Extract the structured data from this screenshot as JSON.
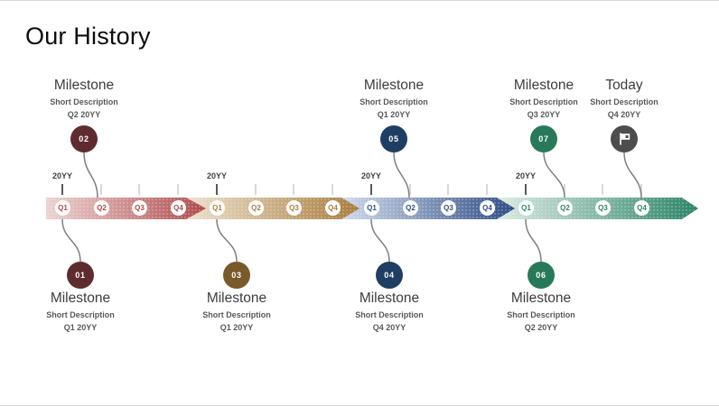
{
  "title": "Our History",
  "colors": {
    "connector": "#7f7f7f",
    "tick_dark": "#595959",
    "tick_light": "#d9d9d9",
    "year_label_text": "#404040",
    "today_circle": "#4d4d4d",
    "year_themes": [
      {
        "name": "year-1-red",
        "light": "#ecd3d0",
        "dark": "#b04a4c",
        "circle": "#5e2c2e"
      },
      {
        "name": "year-2-tan",
        "light": "#ede1ce",
        "dark": "#a87c3c",
        "circle": "#7a592a"
      },
      {
        "name": "year-3-blue",
        "light": "#cfdbeb",
        "dark": "#2e4c85",
        "circle": "#1f3e63"
      },
      {
        "name": "year-4-teal",
        "light": "#dcebe4",
        "dark": "#2c8468",
        "circle": "#27795a"
      }
    ]
  },
  "timeline": {
    "years": [
      {
        "label": "20YY",
        "quarters": [
          "Q1",
          "Q2",
          "Q3",
          "Q4"
        ]
      },
      {
        "label": "20YY",
        "quarters": [
          "Q1",
          "Q2",
          "Q3",
          "Q4"
        ]
      },
      {
        "label": "20YY",
        "quarters": [
          "Q1",
          "Q2",
          "Q3",
          "Q4"
        ]
      },
      {
        "label": "20YY",
        "quarters": [
          "Q1",
          "Q2",
          "Q3",
          "Q4"
        ]
      }
    ],
    "top": [
      {
        "number": "02",
        "title": "Milestone",
        "description": "Short Description",
        "date": "Q2 20YY"
      },
      {
        "number": "05",
        "title": "Milestone",
        "description": "Short Description",
        "date": "Q1 20YY"
      },
      {
        "number": "07",
        "title": "Milestone",
        "description": "Short Description",
        "date": "Q3 20YY"
      },
      {
        "icon": "flag-icon",
        "title": "Today",
        "description": "Short Description",
        "date": "Q4 20YY"
      }
    ],
    "bottom": [
      {
        "number": "01",
        "title": "Milestone",
        "description": "Short Description",
        "date": "Q1 20YY"
      },
      {
        "number": "03",
        "title": "Milestone",
        "description": "Short Description",
        "date": "Q1 20YY"
      },
      {
        "number": "04",
        "title": "Milestone",
        "description": "Short Description",
        "date": "Q4 20YY"
      },
      {
        "number": "06",
        "title": "Milestone",
        "description": "Short Description",
        "date": "Q2 20YY"
      }
    ]
  }
}
